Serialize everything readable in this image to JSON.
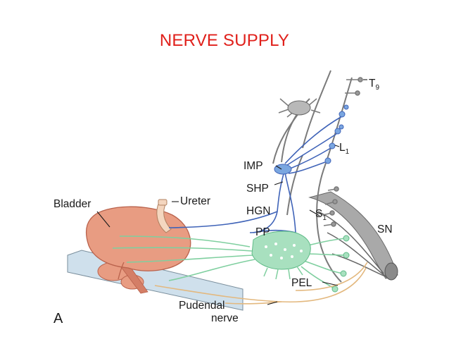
{
  "slide": {
    "title": "NERVE SUPPLY"
  },
  "figure": {
    "panel_letter": "A",
    "labels": {
      "t9": "T",
      "t9_sub": "9",
      "l1": "L",
      "l1_sub": "1",
      "imp": "IMP",
      "shp": "SHP",
      "hgn": "HGN",
      "pp": "PP",
      "s1": "S",
      "s1_sub": "1",
      "sn": "SN",
      "pel": "PEL",
      "bladder": "Bladder",
      "ureter": "Ureter",
      "pudendal_line1": "Pudendal",
      "pudendal_line2": "nerve"
    },
    "colors": {
      "title": "#e0201b",
      "bladder": "#e89c82",
      "sympathetic": "#3f63b8",
      "parasympathetic": "#7fcf9f",
      "somatic": "#e3b87e",
      "spinal": "#7a7a7a"
    }
  }
}
